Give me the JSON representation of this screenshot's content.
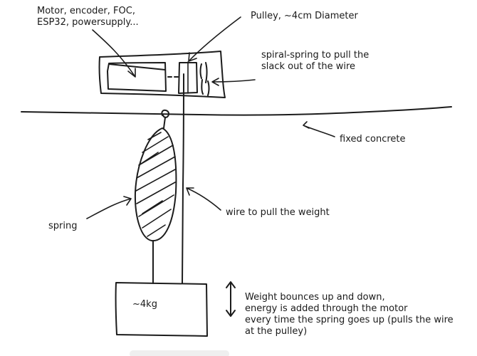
{
  "labels": {
    "components": "Motor, encoder, FOC,\nESP32, powersupply...",
    "pulley": "Pulley, ~4cm Diameter",
    "spiral_spring": "spiral-spring to pull the\nslack out of the wire",
    "fixed_concrete": "fixed concrete",
    "spring": "spring",
    "wire": "wire to pull the weight",
    "weight_mass": "~4kg",
    "weight_note": "Weight bounces up and down,\nenergy is added through the motor\nevery time the spring goes up (pulls the wire\nat the pulley)"
  }
}
